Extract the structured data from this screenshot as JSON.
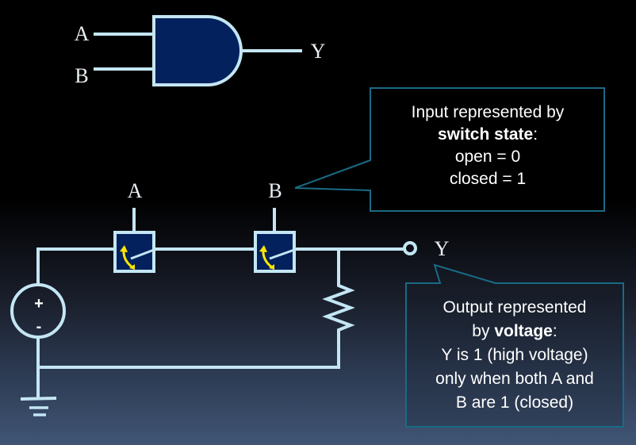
{
  "gate": {
    "input_a": "A",
    "input_b": "B",
    "output": "Y"
  },
  "circuit": {
    "switch_a_label": "A",
    "switch_b_label": "B",
    "output_label": "Y",
    "source_plus": "+",
    "source_minus": "-"
  },
  "input_callout": {
    "line1": "Input represented by",
    "bold": "switch state",
    "bold_suffix": ":",
    "line3": "open = 0",
    "line4": "closed = 1"
  },
  "output_callout": {
    "line1": "Output represented",
    "prefix": "by ",
    "bold": "voltage",
    "bold_suffix": ":",
    "line3": "Y is 1 (high voltage)",
    "line4": "only when both A and",
    "line5": "B are 1 (closed)"
  },
  "colors": {
    "wire": "#c4e6f4",
    "gate_fill": "#03215c",
    "callout_border": "#1b6a85",
    "arrow": "#ffe600"
  }
}
